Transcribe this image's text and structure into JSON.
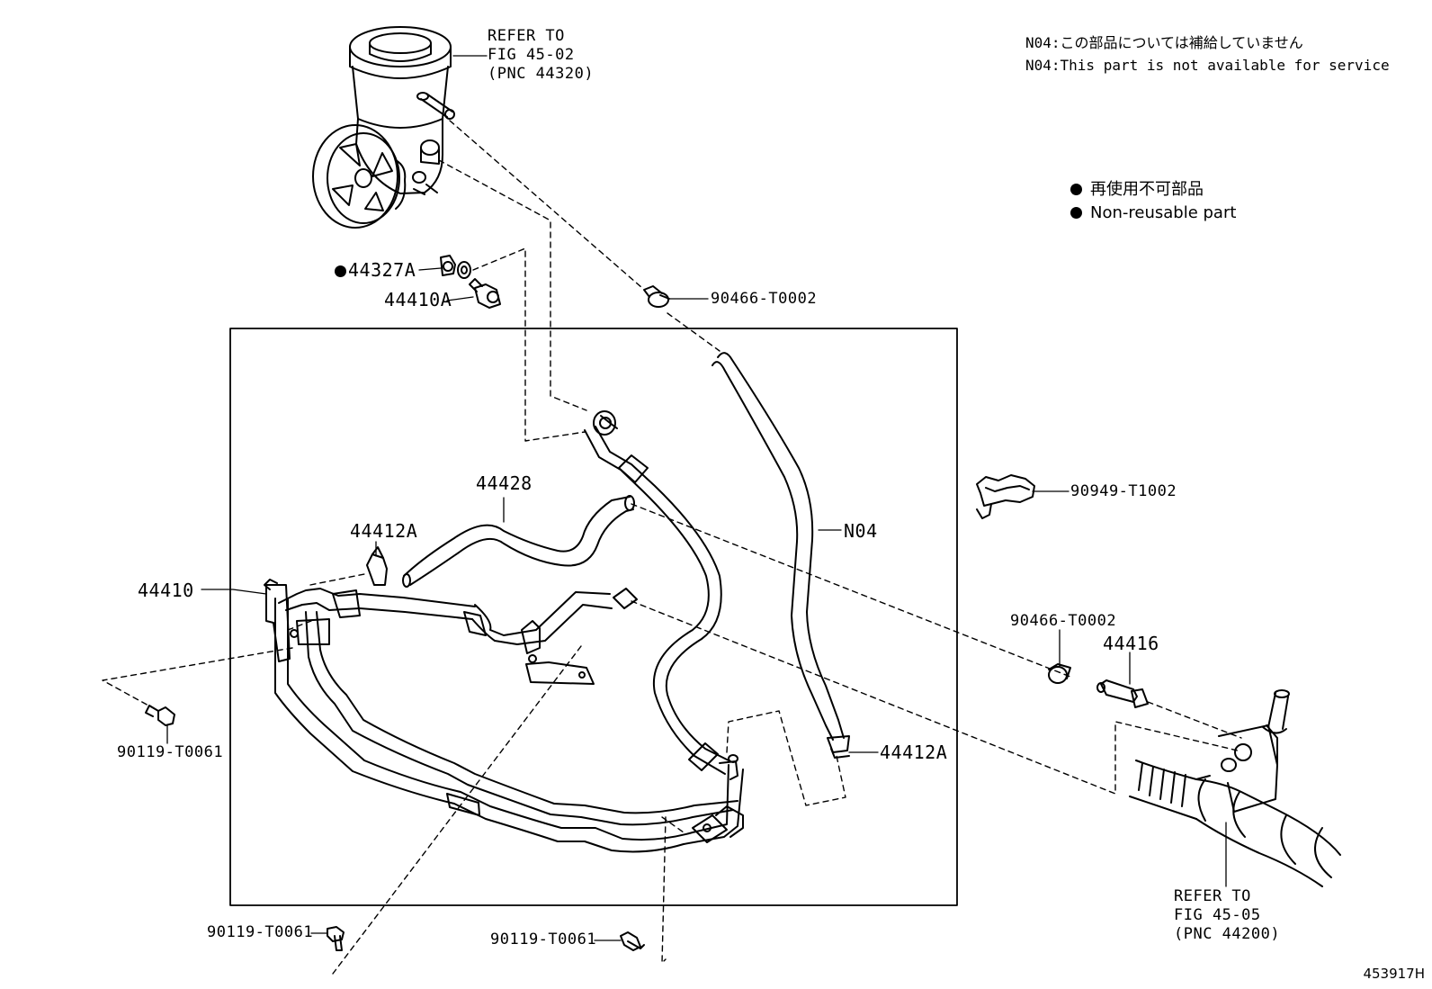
{
  "notes": {
    "n04_ja": "N04:この部品については補給していません",
    "n04_en": "N04:This part is not available for service"
  },
  "legend": {
    "ja": "再使用不可部品",
    "en": "Non-reusable part"
  },
  "refs": {
    "pump": [
      "REFER TO",
      "FIG 45-02",
      "(PNC 44320)"
    ],
    "rack": [
      "REFER TO",
      "FIG 45-05",
      "(PNC 44200)"
    ]
  },
  "labels": {
    "p44327A": "44327A",
    "p44410A": "44410A",
    "p90466_top": "90466-T0002",
    "p44428": "44428",
    "p44412A_left": "44412A",
    "p44410": "44410",
    "pN04": "N04",
    "p90949": "90949-T1002",
    "p90466_right": "90466-T0002",
    "p44416": "44416",
    "p44412A_right": "44412A",
    "p90119_left": "90119-T0061",
    "p90119_bottom_left": "90119-T0061",
    "p90119_bottom_mid": "90119-T0061"
  },
  "figure_id": "453917H"
}
